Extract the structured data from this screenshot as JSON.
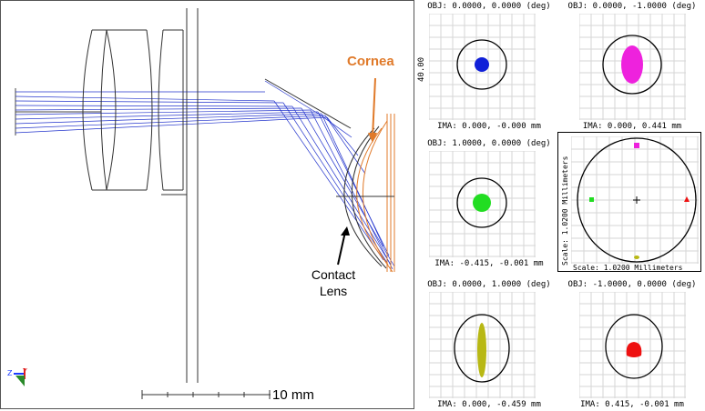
{
  "layout": {
    "cornea_label": "Cornea",
    "contact_label_line1": "Contact",
    "contact_label_line2": "Lens",
    "scale_bar_label": "10 mm",
    "colors": {
      "rays": "#2233cc",
      "cornea": "#e07a2a",
      "lens_lines": "#333333"
    }
  },
  "spots": [
    {
      "id": "spot-1",
      "header": "OBJ: 0.0000, 0.0000 (deg)",
      "footer": "IMA: 0.000, -0.000 mm",
      "color": "#1020d8",
      "scale_label": "40.00"
    },
    {
      "id": "spot-2",
      "header": "OBJ: 0.0000, -1.0000 (deg)",
      "footer": "IMA: 0.000, 0.441 mm",
      "color": "#ee22dd"
    },
    {
      "id": "spot-3",
      "header": "OBJ: 1.0000, 0.0000 (deg)",
      "footer": "IMA: -0.415, -0.001 mm",
      "color": "#22dd22"
    },
    {
      "id": "spot-4",
      "header": "OBJ: 0.0000, 1.0000 (deg)",
      "footer": "IMA: 0.000, -0.459 mm",
      "color": "#b8b814"
    },
    {
      "id": "spot-5",
      "header": "OBJ: -1.0000, 0.0000 (deg)",
      "footer": "IMA: 0.415, -0.001 mm",
      "color": "#ee1111"
    }
  ],
  "matrix": {
    "scale_y_label": "Scale: 1.0200 Millimeters",
    "scale_x_label": "Scale: 1.0200 Millimeters"
  }
}
